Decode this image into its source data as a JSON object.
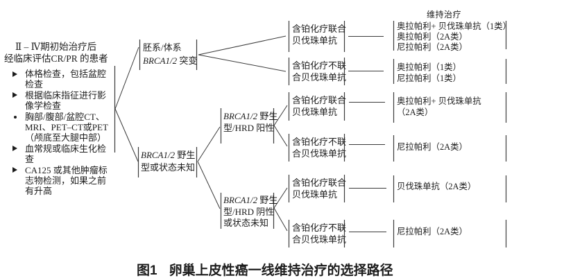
{
  "colors": {
    "ink": "#1c1c1c",
    "line": "#3a3a3a",
    "background": "#ffffff"
  },
  "header": {
    "maintenance_label": "维持治疗"
  },
  "patient": {
    "title_line1": "Ⅱ – Ⅳ期初始治疗后",
    "title_line2": "经临床评估CR/PR 的患者",
    "bullets": [
      {
        "icon": "arrow-bullet-icon",
        "text": "体格检查，包括盆腔检查"
      },
      {
        "icon": "arrow-bullet-icon",
        "text": "根据临床指征进行影像学检查"
      },
      {
        "icon": "dot-bullet-icon",
        "text": "胸部/腹部/盆腔CT、MRI、PET–CT或PET（颅底至大腿中部）"
      },
      {
        "icon": "arrow-bullet-icon",
        "text": "血常规或临床生化检查"
      },
      {
        "icon": "arrow-bullet-icon",
        "text": "CA125 或其他肿瘤标志物检测，如果之前有升高"
      }
    ]
  },
  "tree": {
    "germline": {
      "line1": "胚系/体系",
      "gene": "BRCA1/2",
      "rest": " 突变"
    },
    "wildtype_unknown": {
      "gene": "BRCA1/2",
      "line1_rest": " 野生",
      "line2": "型或状态未知"
    },
    "hrd_positive": {
      "gene": "BRCA1/2",
      "line1_rest": " 野生",
      "line2": "型/HRD 阳性"
    },
    "hrd_negative": {
      "gene": "BRCA1/2",
      "line1_rest": " 野生",
      "line2": "型/HRD 阴性",
      "line3": "或状态未知"
    }
  },
  "chemo": [
    {
      "line1": "含铂化疗联合",
      "line2": "贝伐珠单抗"
    },
    {
      "line1": "含铂化疗不联",
      "line2": "合贝伐珠单抗"
    },
    {
      "line1": "含铂化疗联合",
      "line2": "贝伐珠单抗"
    },
    {
      "line1": "含铂化疗不联",
      "line2": "合贝伐珠单抗"
    },
    {
      "line1": "含铂化疗联合",
      "line2": "贝伐珠单抗"
    },
    {
      "line1": "含铂化疗不联",
      "line2": "合贝伐珠单抗"
    }
  ],
  "maintenance": [
    {
      "lines": [
        "奥拉帕利+ 贝伐珠单抗（1类）",
        "奥拉帕利（2A类）",
        "尼拉帕利（2A类）"
      ]
    },
    {
      "lines": [
        "奥拉帕利（1类）",
        "尼拉帕利（1类）"
      ]
    },
    {
      "lines": [
        "奥拉帕利+ 贝伐珠单抗",
        "（2A类）"
      ]
    },
    {
      "lines": [
        "尼拉帕利（2A类）"
      ]
    },
    {
      "lines": [
        "贝伐珠单抗（2A类）"
      ]
    },
    {
      "lines": [
        "尼拉帕利（2A类）"
      ]
    }
  ],
  "caption": {
    "label": "图1",
    "text": "卵巢上皮性癌一线维持治疗的选择路径"
  }
}
